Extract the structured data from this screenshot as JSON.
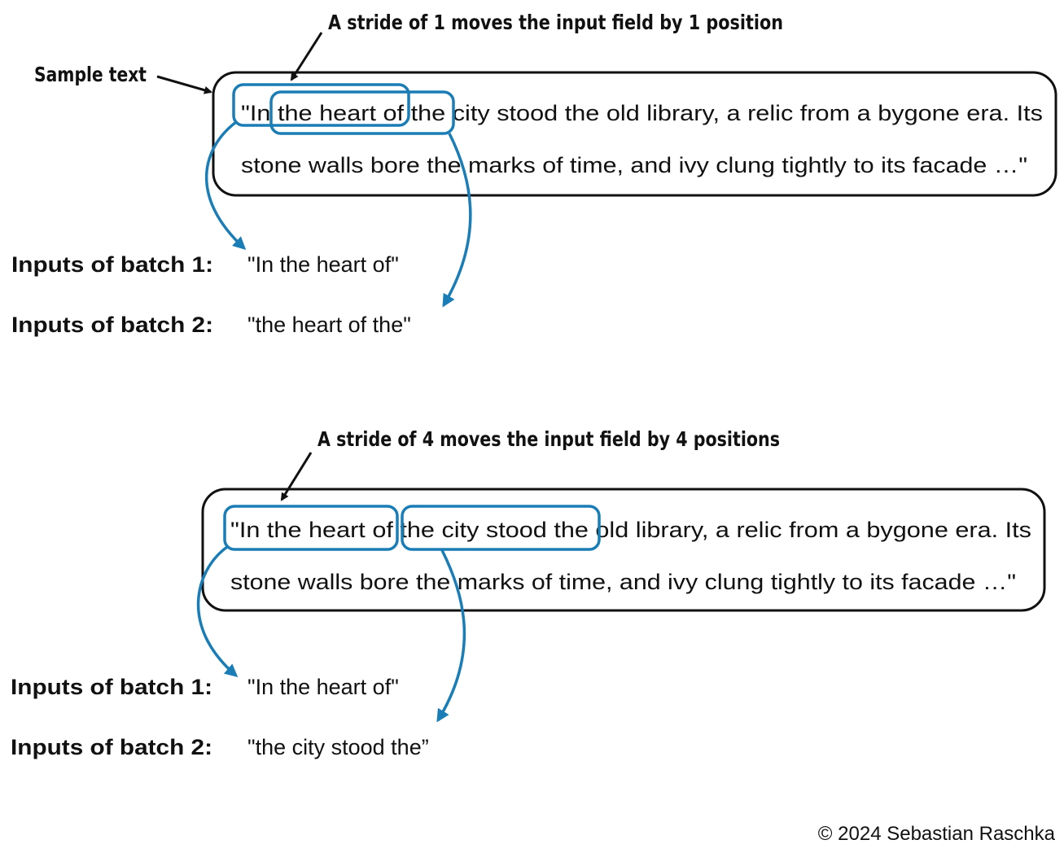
{
  "colors": {
    "highlight": "#1a7db5",
    "text": "#111111"
  },
  "top": {
    "annotation": "A stride of 1 moves the input field by 1 position",
    "sample_label": "Sample text",
    "line1": "\"In the heart of the city stood the old library, a relic from a bygone era. Its",
    "line2": "stone walls bore the marks of time, and ivy clung tightly to its facade …\"",
    "batch1_label": "Inputs of batch 1:",
    "batch1_value": "\"In the heart of\"",
    "batch2_label": "Inputs of batch 2:",
    "batch2_value": "\"the heart of the\""
  },
  "bottom": {
    "annotation": "A stride of 4 moves the input field by 4 positions",
    "line1": "\"In the heart of the city stood the old library, a relic from a bygone era. Its",
    "line2": "stone walls bore the marks of time, and ivy clung tightly to its facade …\"",
    "batch1_label": "Inputs of batch 1:",
    "batch1_value": "\"In the heart of\"",
    "batch2_label": "Inputs of batch 2:",
    "batch2_value": "\"the city stood the”"
  },
  "copyright": "© 2024 Sebastian Raschka"
}
